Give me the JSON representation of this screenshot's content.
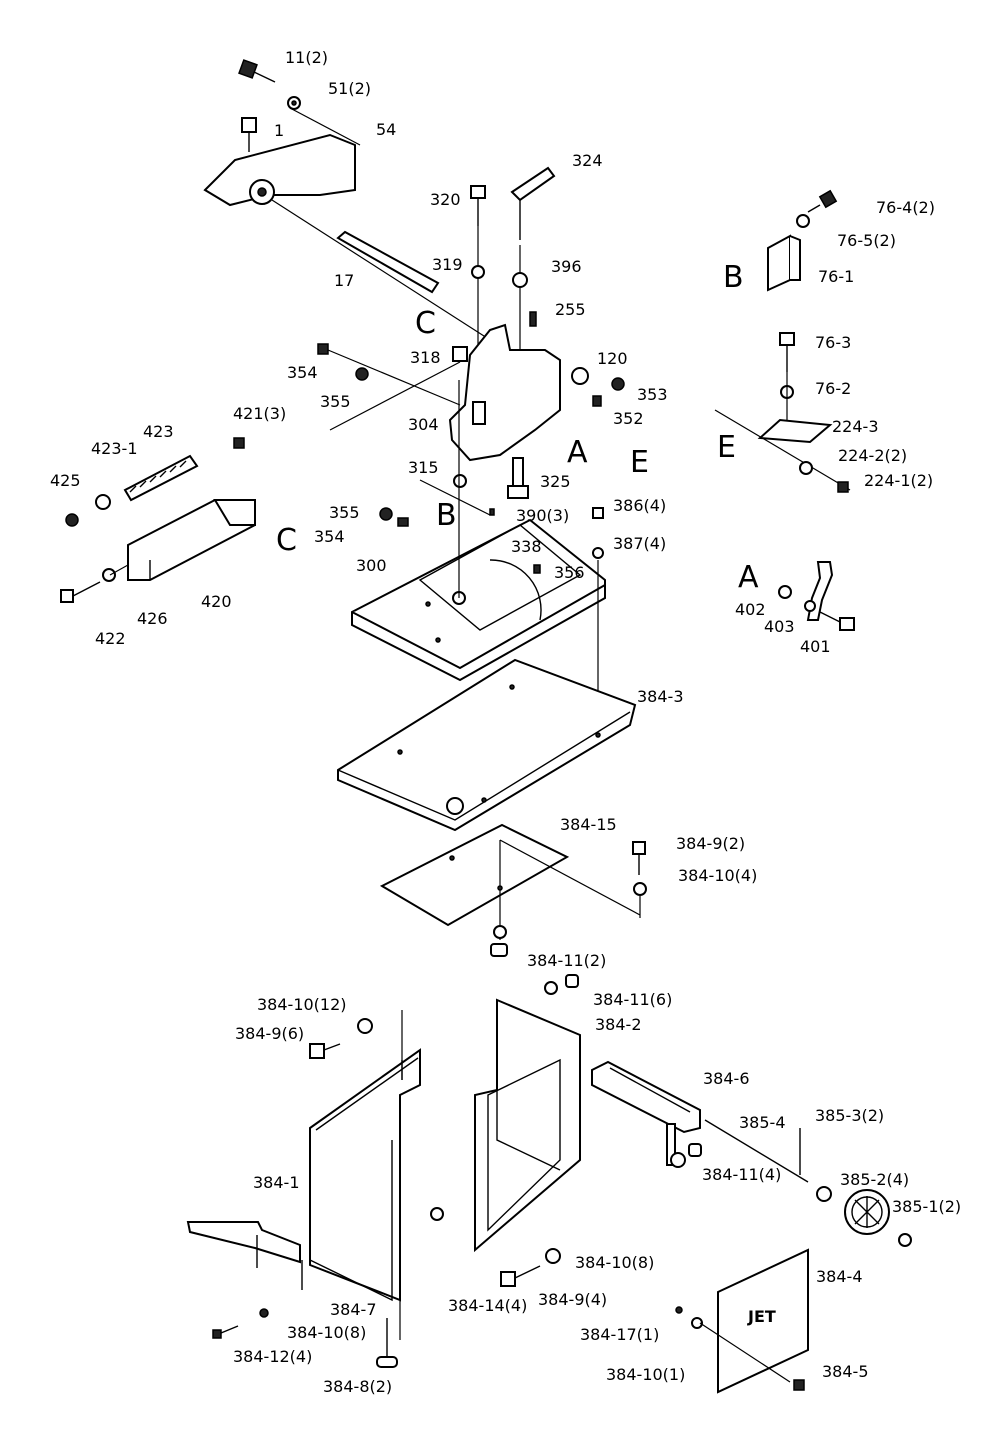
{
  "letters": {
    "B_top": "B",
    "C_top": "C",
    "E_top": "E",
    "A_mid": "A",
    "E_mid": "E",
    "C_left": "C",
    "B_mid": "B",
    "A_right": "A"
  },
  "brand": "JET",
  "labels": {
    "l11_2": "11(2)",
    "l51_2": "51(2)",
    "l1": "1",
    "l54": "54",
    "l324": "324",
    "l320": "320",
    "l319": "319",
    "l396": "396",
    "l17": "17",
    "l255": "255",
    "l120": "120",
    "l318": "318",
    "l354a": "354",
    "l355a": "355",
    "l353": "353",
    "l352": "352",
    "l304": "304",
    "l315": "315",
    "l325": "325",
    "l421_3": "421(3)",
    "l423": "423",
    "l423_1": "423-1",
    "l425": "425",
    "l355b": "355",
    "l354b": "354",
    "l390_3": "390(3)",
    "l386_4": "386(4)",
    "l387_4": "387(4)",
    "l338": "338",
    "l356": "356",
    "l300": "300",
    "l420": "420",
    "l422": "422",
    "l426": "426",
    "l76_4_2": "76-4(2)",
    "l76_5_2": "76-5(2)",
    "l76_1": "76-1",
    "l76_3": "76-3",
    "l76_2": "76-2",
    "l224_3": "224-3",
    "l224_2_2": "224-2(2)",
    "l224_1_2": "224-1(2)",
    "l402": "402",
    "l403": "403",
    "l401": "401",
    "l384_3": "384-3",
    "l384_15": "384-15",
    "l384_9_2": "384-9(2)",
    "l384_10_4": "384-10(4)",
    "l384_11_2": "384-11(2)",
    "l384_10_12": "384-10(12)",
    "l384_9_6": "384-9(6)",
    "l384_11_6": "384-11(6)",
    "l384_2": "384-2",
    "l384_6": "384-6",
    "l385_4": "385-4",
    "l385_3_2": "385-3(2)",
    "l384_1": "384-1",
    "l384_11_4": "384-11(4)",
    "l385_2_4": "385-2(4)",
    "l385_1_2": "385-1(2)",
    "l384_7": "384-7",
    "l384_14_4": "384-14(4)",
    "l384_10_8a": "384-10(8)",
    "l384_9_4": "384-9(4)",
    "l384_4": "384-4",
    "l384_10_8b": "384-10(8)",
    "l384_12_4": "384-12(4)",
    "l384_8_2": "384-8(2)",
    "l384_17_1": "384-17(1)",
    "l384_10_1": "384-10(1)",
    "l384_5": "384-5"
  }
}
